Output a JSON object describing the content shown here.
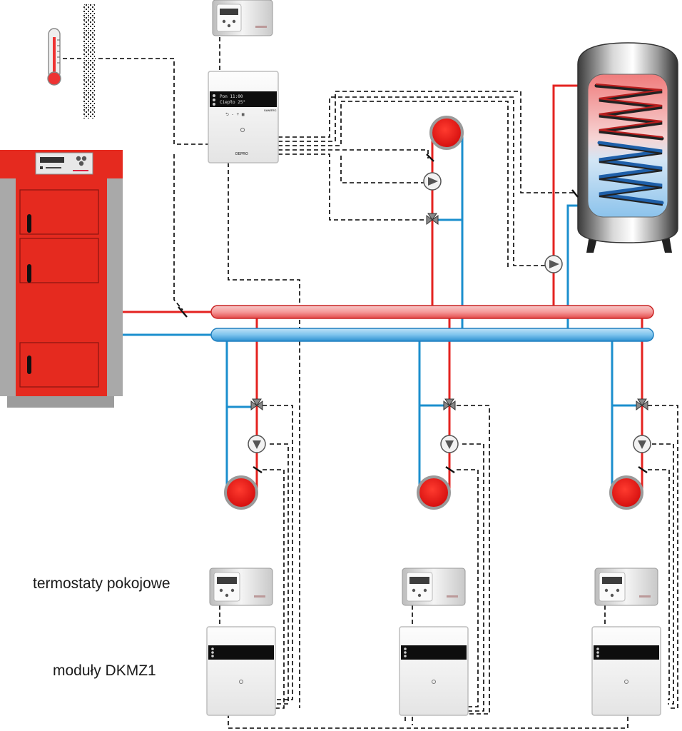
{
  "labels": {
    "room_thermostats": "termostaty pokojowe",
    "modules": "moduły DKMZ1"
  },
  "devices": {
    "main_controller": {
      "brand": "DEPRO",
      "model": "SANITEC",
      "lcd_line1": "Pon 11:00",
      "lcd_line2": "Ciepło 25°",
      "menu": "⮌  -  +  ▦"
    },
    "modules": [
      {
        "name": "dkmz1-module-1"
      },
      {
        "name": "dkmz1-module-2"
      },
      {
        "name": "dkmz1-module-3"
      }
    ],
    "thermostats": [
      {
        "name": "thermostat-top"
      },
      {
        "name": "thermostat-1"
      },
      {
        "name": "thermostat-2"
      },
      {
        "name": "thermostat-3"
      }
    ]
  },
  "colors": {
    "supply": "#e42320",
    "return": "#1b8fce",
    "boiler_red": "#e52a1f",
    "boiler_grey": "#a9a9a9",
    "signal_line": "#000000"
  }
}
